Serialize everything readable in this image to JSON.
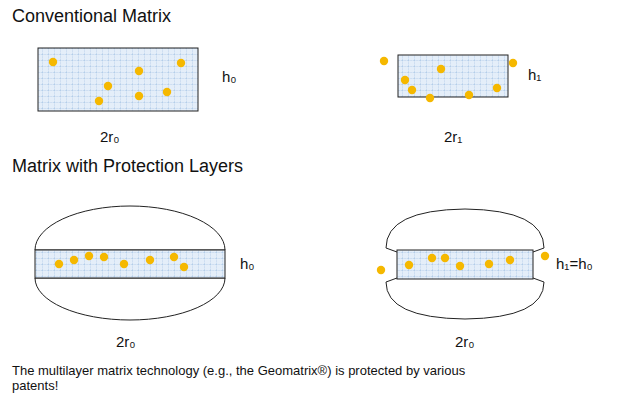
{
  "diagram": {
    "labels": [
      "Conventional Matrix",
      "h₀",
      "2r₀",
      "h₁",
      "2r₁",
      "Matrix with Protection Layers",
      "h₀",
      "2r₀",
      "h₁=h₀",
      "2r₀",
      "The multilayer matrix technology (e.g., the Geomatrix®) is protected by various patents!"
    ]
  }
}
